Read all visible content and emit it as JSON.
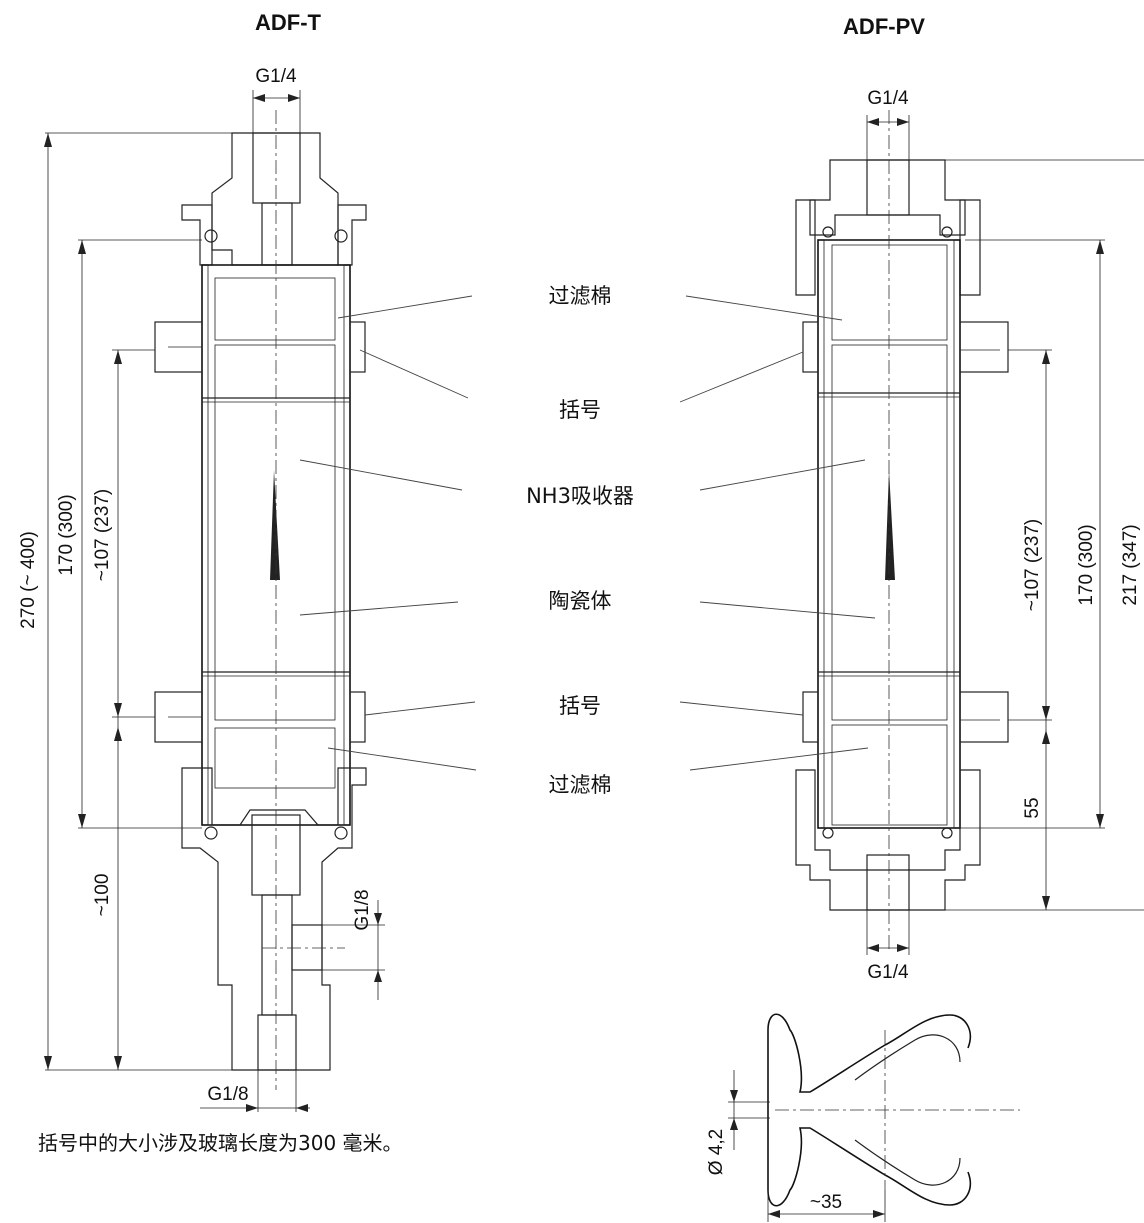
{
  "titles": {
    "left": "ADF-T",
    "right": "ADF-PV"
  },
  "labels": {
    "filter_cotton": "过滤棉",
    "bracket": "括号",
    "nh3_absorber": "NH3吸收器",
    "ceramic_body": "陶瓷体"
  },
  "dimensions": {
    "left": {
      "g14_top": "G1/4",
      "g18_side": "G1/8",
      "g18_bottom": "G1/8",
      "d270": "270 (~ 400)",
      "d170": "170  (300)",
      "d107": "~107  (237)",
      "d100": "~100"
    },
    "right": {
      "g14_top": "G1/4",
      "g14_bottom": "G1/4",
      "d107": "~107  (237)",
      "d170": "170  (300)",
      "d217": "217  (347)",
      "d55": "55",
      "d42": "Ø 4,2",
      "d35": "~35"
    }
  },
  "footnote": "括号中的大小涉及玻璃长度为300 毫米。"
}
